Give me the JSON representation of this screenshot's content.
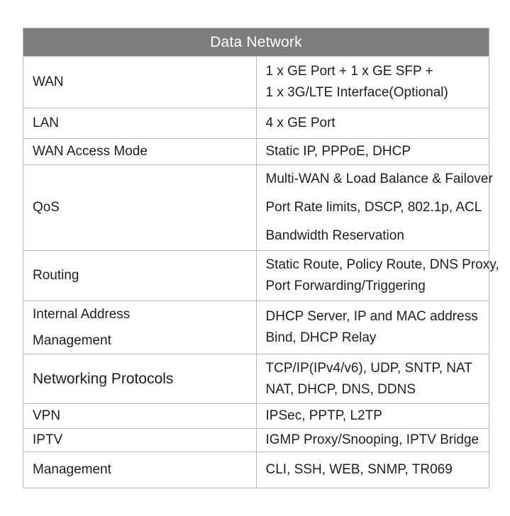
{
  "table": {
    "header": "Data Network",
    "rows": [
      {
        "label": [
          "WAN"
        ],
        "value": [
          "1 x GE Port + 1 x GE SFP +",
          "1 x 3G/LTE Interface(Optional)"
        ]
      },
      {
        "label": [
          "LAN"
        ],
        "value": [
          "4 x GE Port"
        ]
      },
      {
        "label": [
          "WAN Access Mode"
        ],
        "value": [
          "Static IP, PPPoE, DHCP"
        ]
      },
      {
        "label": [
          "QoS"
        ],
        "value": [
          "Multi-WAN & Load Balance & Failover",
          "Port Rate limits, DSCP, 802.1p, ACL",
          "Bandwidth Reservation"
        ]
      },
      {
        "label": [
          "Routing"
        ],
        "value": [
          "Static Route,  Policy Route,  DNS Proxy,",
          "Port Forwarding/Triggering"
        ]
      },
      {
        "label": [
          "Internal Address",
          "Management"
        ],
        "value": [
          "DHCP Server, IP and MAC address",
          "Bind, DHCP Relay"
        ]
      },
      {
        "label": [
          "Networking Protocols"
        ],
        "value": [
          "TCP/IP(IPv4/v6), UDP, SNTP, NAT",
          "NAT, DHCP, DNS, DDNS"
        ]
      },
      {
        "label": [
          "VPN"
        ],
        "value": [
          "IPSec, PPTP, L2TP"
        ]
      },
      {
        "label": [
          "IPTV"
        ],
        "value": [
          "IGMP Proxy/Snooping, IPTV Bridge"
        ]
      },
      {
        "label": [
          "Management"
        ],
        "value": [
          "CLI, SSH, WEB, SNMP, TR069"
        ]
      }
    ]
  }
}
